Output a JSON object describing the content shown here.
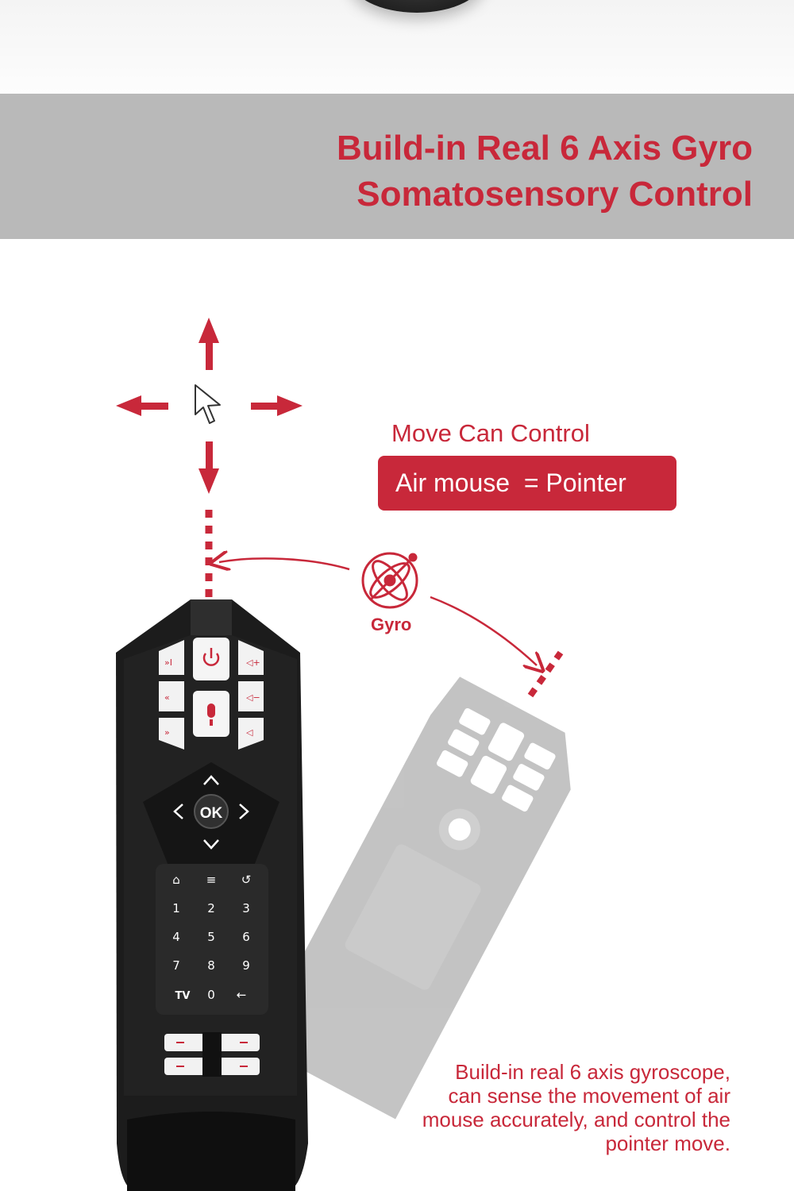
{
  "banner": {
    "title_line1": "Build-in Real 6 Axis Gyro",
    "title_line2": "Somatosensory Control"
  },
  "feature": {
    "move_label": "Move Can Control",
    "pill_left": "Air mouse",
    "pill_eq": "=",
    "pill_right": "Pointer",
    "gyro_label": "Gyro"
  },
  "description": {
    "line1": "Build-in real 6 axis gyroscope,",
    "line2": "can sense the movement of air",
    "line3": "mouse accurately, and control the",
    "line4": "pointer move."
  },
  "remote": {
    "ok_label": "OK",
    "keypad_row1": [
      "⌂",
      "≡",
      "↺"
    ],
    "keypad_row2": [
      "1",
      "2",
      "3"
    ],
    "keypad_row3": [
      "4",
      "5",
      "6"
    ],
    "keypad_row4": [
      "7",
      "8",
      "9"
    ],
    "keypad_row5": [
      "TV",
      "0",
      "←"
    ]
  },
  "colors": {
    "accent": "#c8283a",
    "banner_bg": "#b9b9b9"
  },
  "icons": [
    "cursor-arrow-icon",
    "arrow-up-icon",
    "arrow-down-icon",
    "arrow-left-icon",
    "arrow-right-icon",
    "gyro-icon",
    "power-icon",
    "mic-icon"
  ]
}
